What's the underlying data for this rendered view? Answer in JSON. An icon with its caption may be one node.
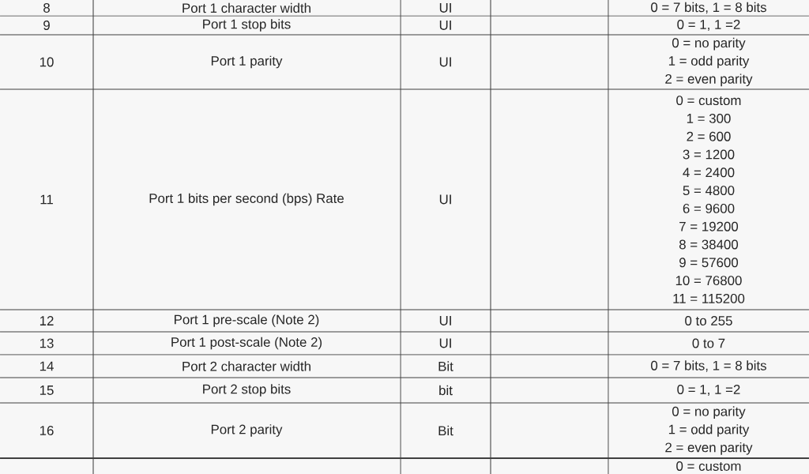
{
  "diagram": {
    "labels": [
      "8",
      "Port 1 character width",
      "UI",
      "0 = 7 bits, 1 = 8 bits",
      "9",
      "Port 1 stop bits",
      "UI",
      "0 = 1, 1 =2",
      "10",
      "Port 1 parity",
      "UI",
      "0 = no parity",
      "1 = odd parity",
      "2 = even parity",
      "11",
      "Port 1 bits per second (bps) Rate",
      "UI",
      "0 = custom",
      "1 = 300",
      "2 = 600",
      "3 = 1200",
      "4 = 2400",
      "5 = 4800",
      "6 = 9600",
      "7 = 19200",
      "8 = 38400",
      "9 = 57600",
      "10 = 76800",
      "11 = 115200",
      "12",
      "Port 1 pre-scale (Note 2)",
      "UI",
      "0 to 255",
      "13",
      "Port 1 post-scale (Note 2)",
      "UI",
      "0 to 7",
      "14",
      "Port 2 character width",
      "Bit",
      "0 = 7 bits, 1 = 8 bits",
      "15",
      "Port 2 stop bits",
      "bit",
      "0 = 1, 1 =2",
      "16",
      "Port 2 parity",
      "Bit",
      "0 = no parity",
      "1 = odd parity",
      "2 = even parity",
      "0 = custom"
    ]
  }
}
